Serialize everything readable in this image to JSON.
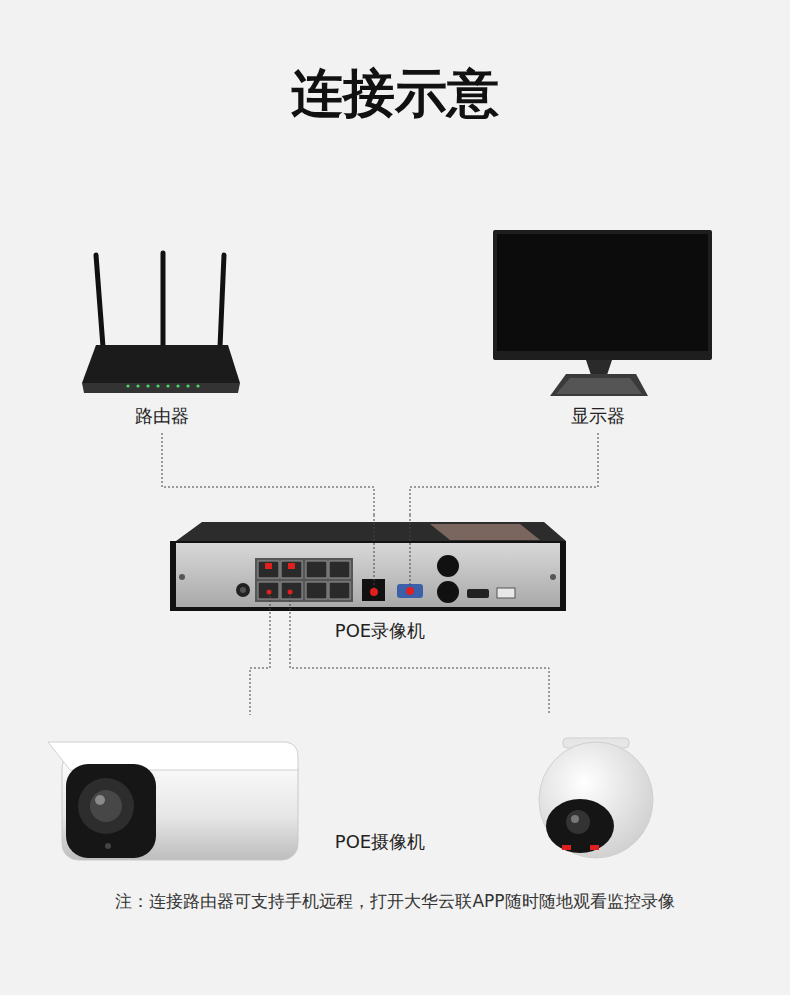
{
  "diagram": {
    "title": "连接示意",
    "nodes": [
      {
        "text": [
          "路由器"
        ]
      },
      {
        "text": [
          "显示器"
        ]
      },
      {
        "text": [
          "POE录像机"
        ]
      },
      {
        "text": [
          "POE摄像机"
        ]
      }
    ],
    "edges": [
      {
        "from": 0,
        "to": 2,
        "arrow": "none"
      },
      {
        "from": 1,
        "to": 2,
        "arrow": "none"
      },
      {
        "from": 2,
        "to": 3,
        "arrow": "none"
      },
      {
        "from": 2,
        "to": 3,
        "arrow": "none"
      }
    ],
    "labels": [
      "注：连接路由器可支持手机远程，打开大华云联APP随时随地观看监控录像"
    ]
  }
}
